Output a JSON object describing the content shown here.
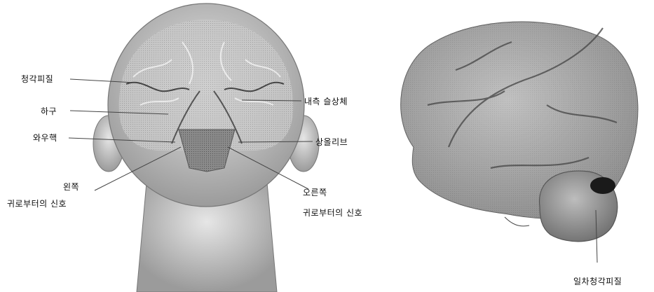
{
  "labels": {
    "auditory_cortex": "청각피질",
    "medial_geniculate": "내측 슬상체",
    "hypothalamus_label": "하구",
    "lateral_lemniscus": "상올리브",
    "cochlear_nucleus": "와우핵",
    "left_ear": "왼쪽",
    "left_ear_signal": "귀로부터의 신호",
    "right_ear": "오른쪽",
    "right_ear_signal": "귀로부터의 신호",
    "primary_auditory_cortex": "일차청각피질"
  }
}
